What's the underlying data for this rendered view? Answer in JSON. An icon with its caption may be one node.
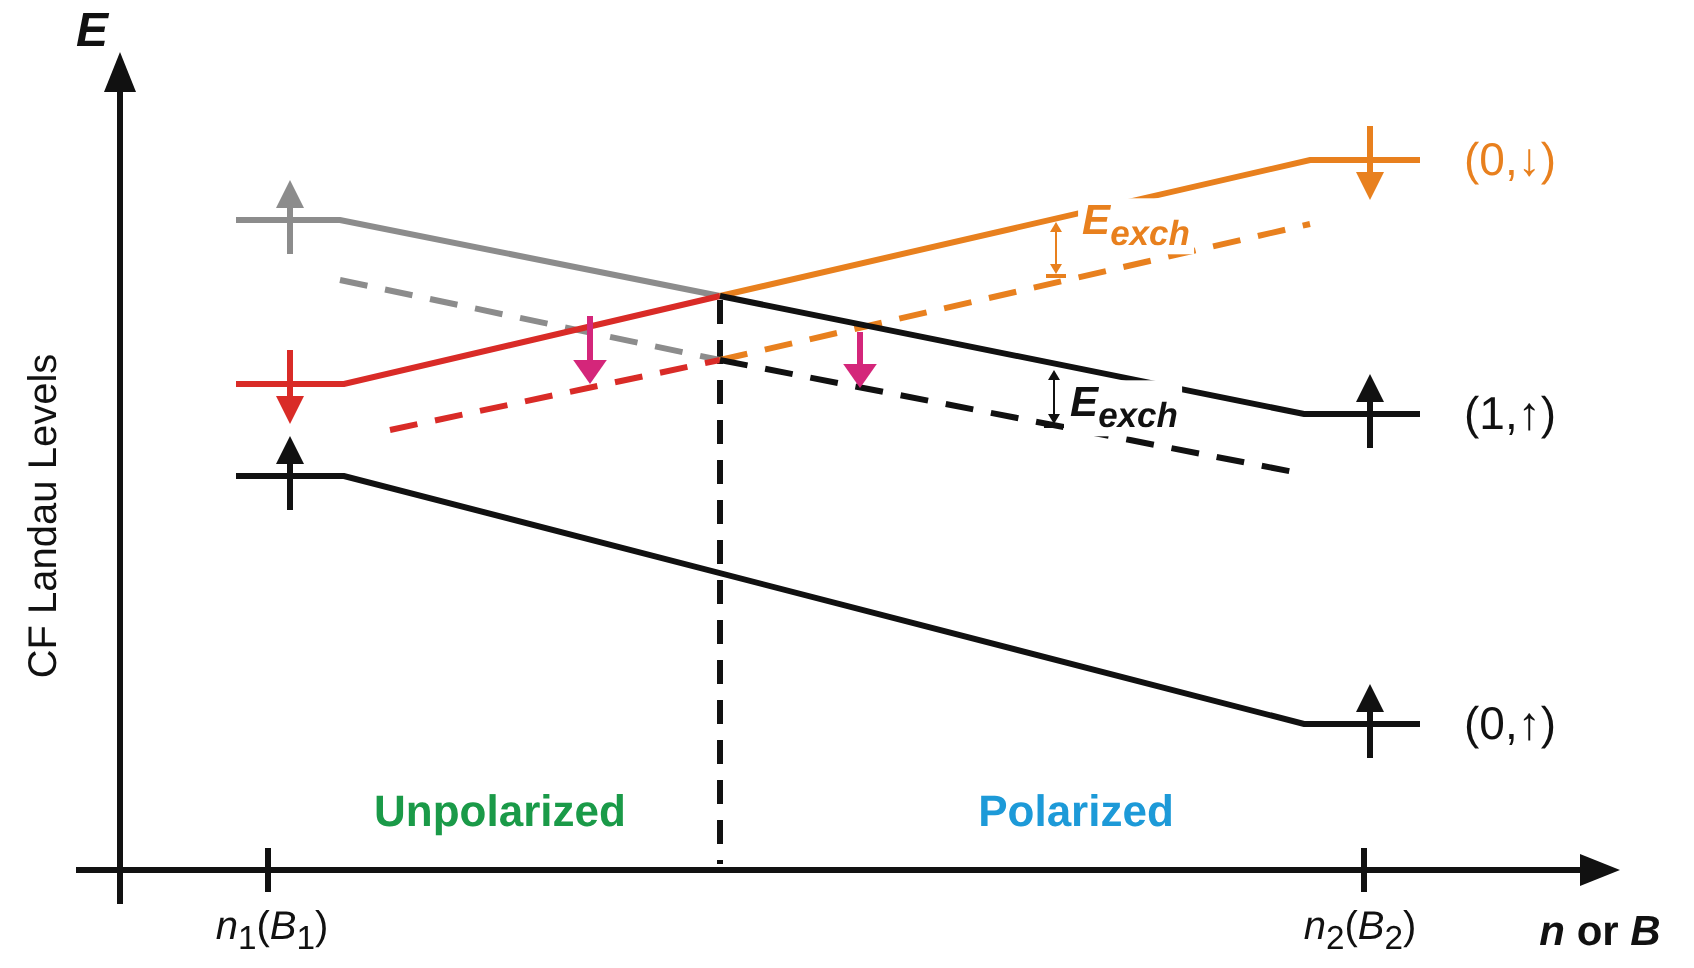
{
  "diagram": {
    "labels": [
      "E",
      "CF Landau Levels",
      "(0,↓)",
      "E$_{exch}$",
      "E$_{exch}$",
      "(1,↑)",
      "(0,↑)",
      "Unpolarized",
      "Polarized",
      "*n*$_{1}$(*B*$_{1}$)",
      "*n*$_{2}$(*B*$_{2}$)",
      "*n* or *B*"
    ]
  }
}
